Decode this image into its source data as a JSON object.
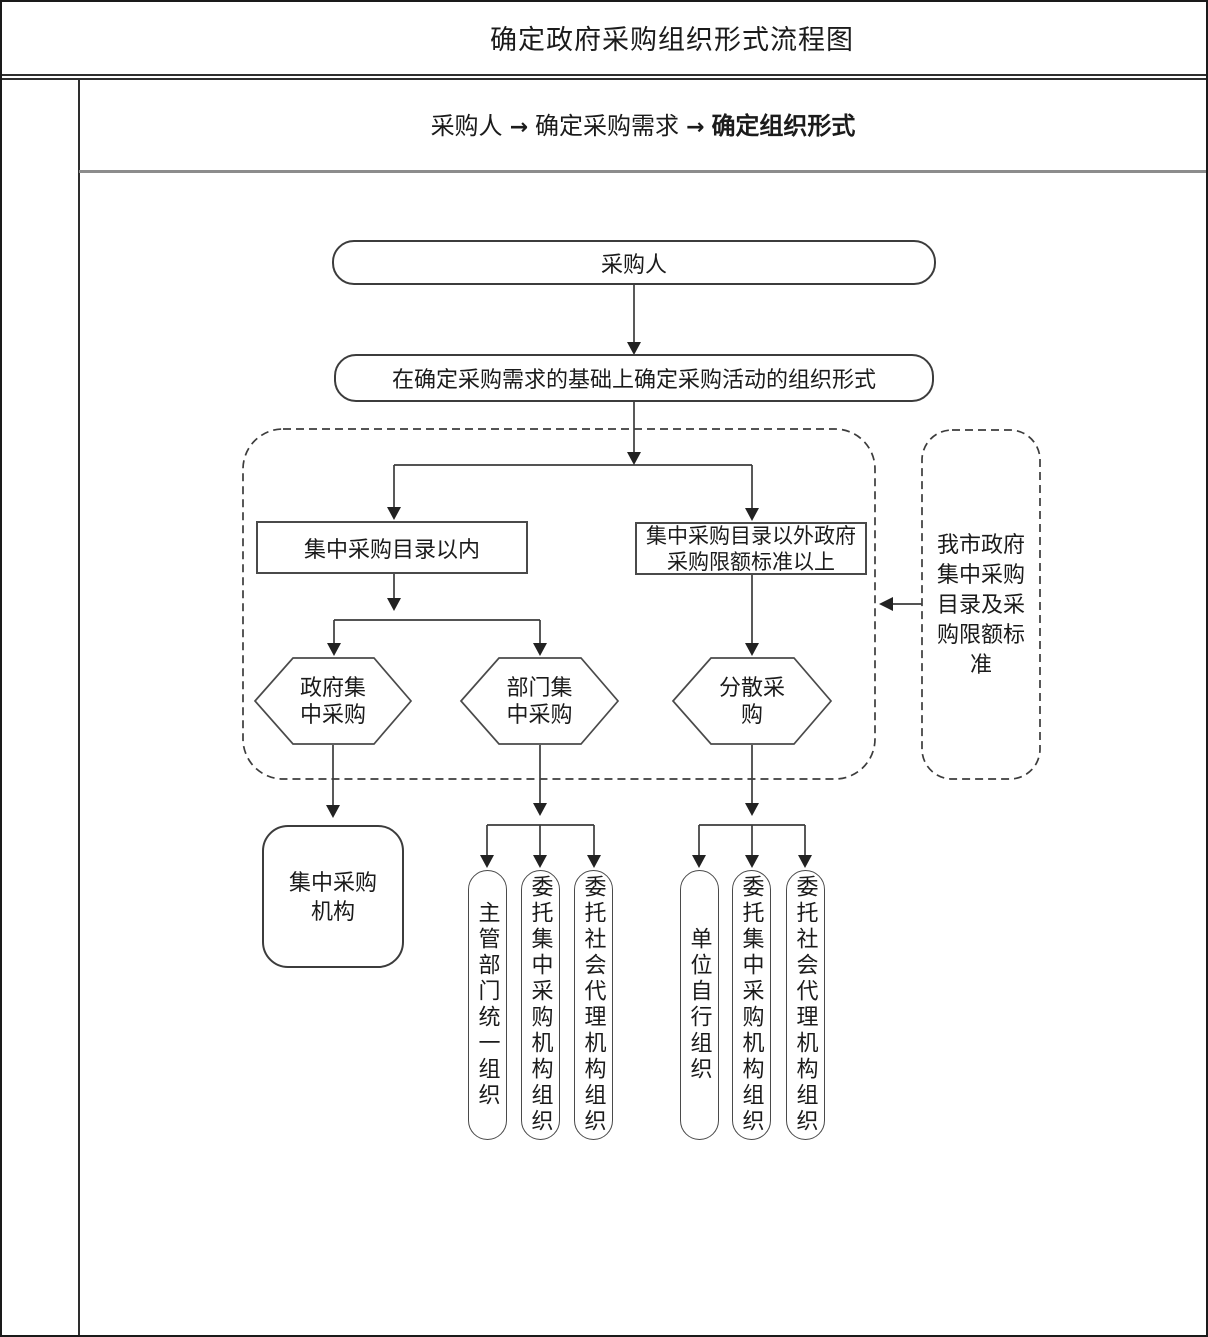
{
  "page": {
    "title": "确定政府采购组织形式流程图"
  },
  "header": {
    "arrow": "→",
    "steps": [
      {
        "label": "采购人"
      },
      {
        "label": "确定采购需求"
      },
      {
        "label": "确定组织形式"
      }
    ]
  },
  "flow": {
    "purchaser": "采购人",
    "determine": "在确定采购需求的基础上确定采购活动的组织形式",
    "within_catalog": "集中采购目录以内",
    "outside_catalog": "集中采购目录以外政府\n采购限额标准以上",
    "gov_centralized": "政府集\n中采购",
    "dept_centralized": "部门集\n中采购",
    "decentralized": "分散采\n购",
    "note": "我市政府\n集中采购\n目录及采\n购限额标\n准",
    "centralized_agency": "集中采购\n机构",
    "dept_modes": [
      "主管部门统一组织",
      "委托集中采购机构组织",
      "委托社会代理机构组织"
    ],
    "decentralized_modes": [
      "单位自行组织",
      "委托集中采购机构组织",
      "委托社会代理机构组织"
    ]
  },
  "colors": {
    "line": "#3c3c3c",
    "arrowhead": "#222222",
    "gray_rule": "#8c8c8c",
    "text": "#1b1b1b",
    "background": "#ffffff"
  }
}
